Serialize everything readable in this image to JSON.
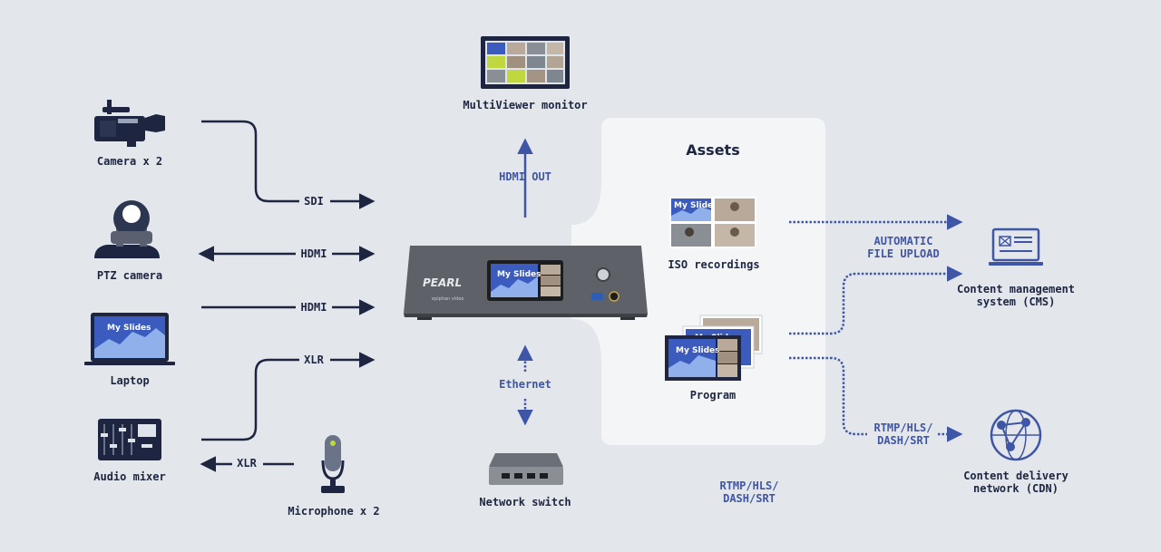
{
  "assets_panel": {
    "title": "Assets"
  },
  "devices": {
    "camera": "Camera x 2",
    "ptz": "PTZ camera",
    "laptop": "Laptop",
    "audio_mixer": "Audio mixer",
    "microphone": "Microphone x 2",
    "multiviewer": "MultiViewer monitor",
    "network_switch": "Network switch",
    "iso_recordings": "ISO recordings",
    "program": "Program",
    "cms": "Content management\nsystem (CMS)",
    "cdn": "Content delivery\nnetwork (CDN)"
  },
  "connections": {
    "sdi": "SDI",
    "hdmi_ptz": "HDMI",
    "hdmi_laptop": "HDMI",
    "xlr_in": "XLR",
    "xlr_out": "XLR",
    "hdmi_out": "HDMI OUT",
    "ethernet": "Ethernet",
    "upload": "AUTOMATIC\nFILE UPLOAD",
    "stream_cdn": "RTMP/HLS/\nDASH/SRT",
    "stream_bottom": "RTMP/HLS/\nDASH/SRT"
  },
  "slides": {
    "text": "My Slides"
  },
  "colors": {
    "line": "#1d2541",
    "accent": "#3f55a6",
    "panel": "#f3f5f7",
    "background": "#e3e7ec",
    "device": "#5e6268"
  }
}
